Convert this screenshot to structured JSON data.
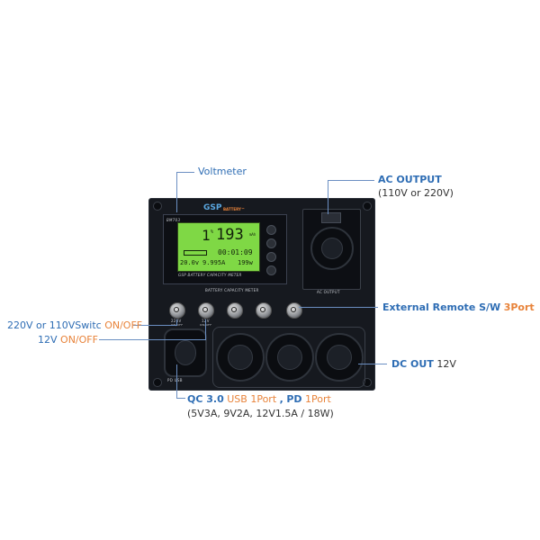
{
  "device": {
    "brand_logo_text": "GSP",
    "brand_sub": "BATTERY™",
    "meter_model": "BM703",
    "lcd_percent_unit": "%",
    "lcd_percent": "1",
    "lcd_capacity": "193",
    "lcd_capacity_unit": "mAh",
    "lcd_time": "00:01:09",
    "lcd_voltage": "20.0v",
    "lcd_current": "9.995A",
    "lcd_power": "199w",
    "meter_caption": "GSP BATTERY CAPACITY METER",
    "meter_label": "BATTERY CAPACITY METER",
    "ac_output_plate": "AC OUTPUT",
    "switch1_label": "220V",
    "switch1_sub": "ON/OFF",
    "switch2_label": "12V",
    "switch2_sub": "ON/OFF",
    "pd_usb_label": "PD USB"
  },
  "callouts": {
    "voltmeter": "Voltmeter",
    "ac_output_title": "AC OUTPUT",
    "ac_output_sub": "(110V or 220V)",
    "external_remote": "External Remote S/W",
    "external_remote_count": "3Port",
    "switch_ac_prefix": "220V or 110VSwitc",
    "switch_ac_suffix": "ON/OFF",
    "switch_12v_prefix": "12V",
    "switch_12v_suffix": "ON/OFF",
    "dc_out_title": "DC OUT",
    "dc_out_value": "12V",
    "qc_title": "QC 3.0",
    "qc_usb": "USB 1Port",
    "qc_sep": ",",
    "qc_pd": "PD",
    "qc_pd_port": "1Port",
    "qc_specs": "(5V3A, 9V2A, 12V1.5A / 18W)"
  },
  "colors": {
    "accent_blue": "#2e6db4",
    "accent_orange": "#e8833a",
    "panel": "#16191f",
    "lcd": "#7fd845"
  }
}
